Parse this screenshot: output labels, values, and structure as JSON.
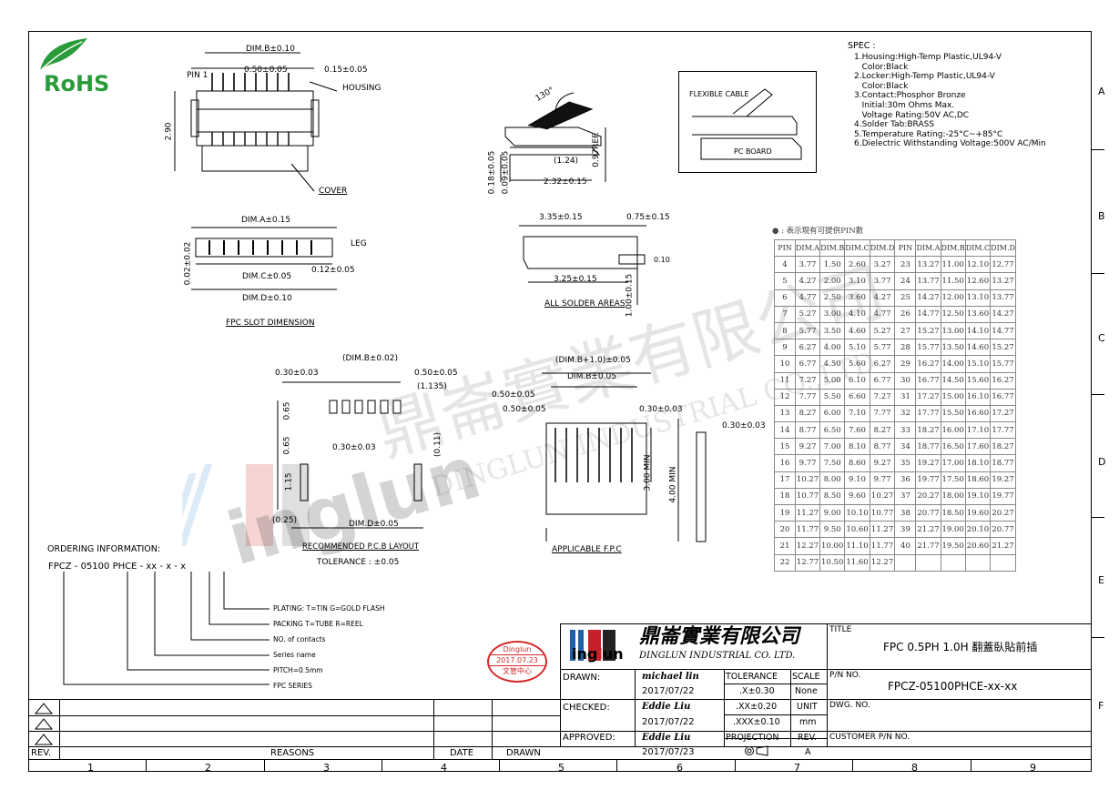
{
  "rohs": "RoHS",
  "spec": {
    "title": "SPEC :",
    "lines": [
      "1.Housing:High-Temp Plastic,UL94-V",
      "   Color:Black",
      "2.Locker:High-Temp Plastic,UL94-V",
      "   Color:Black",
      "3.Contact:Phosphor Bronze",
      "   Initial:30m Ohms Max.",
      "   Voltage Rating:50V AC,DC",
      "4.Solder Tab:BRASS",
      "5.Temperature Rating:-25°C~+85°C",
      "6.Dielectric Withstanding Voltage:500V AC/Min"
    ]
  },
  "top_view": {
    "dim_b": "DIM.B±0.10",
    "pin1": "PIN 1",
    "pitch": "0.50±0.05",
    "end": "0.15±0.05",
    "housing": "HOUSING",
    "height": "2.90",
    "cover": "COVER"
  },
  "side_view": {
    "angle": "130°",
    "d1": "0.18±0.05",
    "d2": "0.09±0.05",
    "d3": "(1.24)",
    "d4": "2.32±0.15",
    "d5": "0.97REF."
  },
  "cable_box": {
    "flexible": "FLEXIBLE CABLE",
    "board": "PC BOARD"
  },
  "slot": {
    "dim_a": "DIM.A±0.15",
    "leg": "LEG",
    "v": "0.02±0.02",
    "dim_c": "DIM.C±0.05",
    "small": "0.12±0.05",
    "dim_d": "DIM.D±0.10",
    "caption": "FPC SLOT DIMENSION"
  },
  "solder": {
    "a": "3.35±0.15",
    "b": "0.75±0.15",
    "flat": "0.10",
    "c": "3.25±0.15",
    "d": "1.00±0.15",
    "caption": "ALL SOLDER AREAS"
  },
  "pcb": {
    "dim": "(DIM.B±0.02)",
    "a": "0.30±0.03",
    "b": "0.50±0.05",
    "c": "(1.135)",
    "h1": "0.65",
    "h2": "0.65",
    "m": "0.30±0.03",
    "h3": "1.15",
    "r": "(0.11)",
    "p": "(0.25)",
    "dim_d": "DIM.D±0.05",
    "caption": "RECOMMENDED P.C.B LAYOUT",
    "tolerance": "TOLERANCE : ±0.05"
  },
  "fpc": {
    "top": "(DIM.B+1.0)±0.05",
    "dim_b": "DIM.B±0.05",
    "a": "0.50±0.05",
    "b": "0.50±0.05",
    "c": "0.30±0.03",
    "d": "0.30±0.03",
    "h1": "3.00 MIN",
    "h2": "4.00 MIN",
    "caption": "APPLICABLE F.P.C"
  },
  "ordering": {
    "title": "ORDERING INFORMATION:",
    "code": "FPCZ - 05100 PHCE - xx - x - x",
    "items": [
      "PLATING: T=TIN G=GOLD FLASH",
      "PACKING T=TUBE R=REEL",
      "NO. of contacts",
      "Series name",
      "PITCH=0.5mm",
      "FPC SERIES"
    ]
  },
  "pin_table": {
    "note": "● : 表示現有可提供PIN數",
    "headers": [
      "PIN",
      "DIM.A",
      "DIM.B",
      "DIM.C",
      "DIM.D"
    ],
    "left": [
      [
        "4",
        "3.77",
        "1.50",
        "2.60",
        "3.27"
      ],
      [
        "5",
        "4.27",
        "2.00",
        "3.10",
        "3.77"
      ],
      [
        "6",
        "4.77",
        "2.50",
        "3.60",
        "4.27"
      ],
      [
        "7",
        "5.27",
        "3.00",
        "4.10",
        "4.77"
      ],
      [
        "8",
        "5.77",
        "3.50",
        "4.60",
        "5.27"
      ],
      [
        "9",
        "6.27",
        "4.00",
        "5.10",
        "5.77"
      ],
      [
        "10",
        "6.77",
        "4.50",
        "5.60",
        "6.27"
      ],
      [
        "11",
        "7.27",
        "5.00",
        "6.10",
        "6.77"
      ],
      [
        "12",
        "7.77",
        "5.50",
        "6.60",
        "7.27"
      ],
      [
        "13",
        "8.27",
        "6.00",
        "7.10",
        "7.77"
      ],
      [
        "14",
        "8.77",
        "6.50",
        "7.60",
        "8.27"
      ],
      [
        "15",
        "9.27",
        "7.00",
        "8.10",
        "8.77"
      ],
      [
        "16",
        "9.77",
        "7.50",
        "8.60",
        "9.27"
      ],
      [
        "17",
        "10.27",
        "8.00",
        "9.10",
        "9.77"
      ],
      [
        "18",
        "10.77",
        "8.50",
        "9.60",
        "10.27"
      ],
      [
        "19",
        "11.27",
        "9.00",
        "10.10",
        "10.77"
      ],
      [
        "20",
        "11.77",
        "9.50",
        "10.60",
        "11.27"
      ],
      [
        "21",
        "12.27",
        "10.00",
        "11.10",
        "11.77"
      ],
      [
        "22",
        "12.77",
        "10.50",
        "11.60",
        "12.27"
      ]
    ],
    "right": [
      [
        "23",
        "13.27",
        "11.00",
        "12.10",
        "12.77"
      ],
      [
        "24",
        "13.77",
        "11.50",
        "12.60",
        "13.27"
      ],
      [
        "25",
        "14.27",
        "12.00",
        "13.10",
        "13.77"
      ],
      [
        "26",
        "14.77",
        "12.50",
        "13.60",
        "14.27"
      ],
      [
        "27",
        "15.27",
        "13.00",
        "14.10",
        "14.77"
      ],
      [
        "28",
        "15.77",
        "13.50",
        "14.60",
        "15.27"
      ],
      [
        "29",
        "16.27",
        "14.00",
        "15.10",
        "15.77"
      ],
      [
        "30",
        "16.77",
        "14.50",
        "15.60",
        "16.27"
      ],
      [
        "31",
        "17.27",
        "15.00",
        "16.10",
        "16.77"
      ],
      [
        "32",
        "17.77",
        "15.50",
        "16.60",
        "17.27"
      ],
      [
        "33",
        "18.27",
        "16.00",
        "17.10",
        "17.77"
      ],
      [
        "34",
        "18.77",
        "16.50",
        "17.60",
        "18.27"
      ],
      [
        "35",
        "19.27",
        "17.00",
        "18.10",
        "18.77"
      ],
      [
        "36",
        "19.77",
        "17.50",
        "18.60",
        "19.27"
      ],
      [
        "37",
        "20.27",
        "18.00",
        "19.10",
        "19.77"
      ],
      [
        "38",
        "20.77",
        "18.50",
        "19.60",
        "20.27"
      ],
      [
        "39",
        "21.27",
        "19.00",
        "20.10",
        "20.77"
      ],
      [
        "40",
        "21.77",
        "19.50",
        "20.60",
        "21.27"
      ]
    ]
  },
  "watermark": {
    "cn": "鼎崙實業有限公司",
    "en": "DINGLUN INDUSTRIAL CO.,LTD",
    "brand": "inglun"
  },
  "stamp": {
    "name": "Dinglun",
    "date": "2017.07.23",
    "dept": "文管中心"
  },
  "company": {
    "logo_text": "ing",
    "logo_text2": "un",
    "cn": "鼎崙實業有限公司",
    "en": "DINGLUN INDUSTRIAL CO. LTD."
  },
  "title_block": {
    "title_label": "TITLE",
    "title": "FPC 0.5PH 1.0H 翻蓋臥貼前插",
    "pn_label": "P/N NO.",
    "pn": "FPCZ-05100PHCE-xx-xx",
    "dwg_label": "DWG. NO.",
    "customer_label": "CUSTOMER P/N NO.",
    "drawn_label": "DRAWN:",
    "drawn_by": "michael lin",
    "drawn_date": "2017/07/22",
    "checked_label": "CHECKED:",
    "checked_by": "Eddie Liu",
    "checked_date": "2017/07/22",
    "approved_label": "APPROVED:",
    "approved_by": "Eddie Liu",
    "approved_date": "2017/07/23",
    "tolerance_label": "TOLERANCE",
    "tol1": ".X±0.30",
    "tol2": ".XX±0.20",
    "tol3": ".XXX±0.10",
    "projection_label": "PROJECTION",
    "scale_label": "SCALE",
    "scale": "None",
    "unit_label": "UNIT",
    "unit": "mm",
    "rev_label": "REV.",
    "rev": "A"
  },
  "revision": {
    "rev": "REV.",
    "reasons": "REASONS",
    "date": "DATE",
    "drawn": "DRAWN"
  },
  "grid": {
    "cols": [
      "1",
      "2",
      "3",
      "4",
      "5",
      "6",
      "7",
      "8",
      "9"
    ],
    "rows": [
      "A",
      "B",
      "C",
      "D",
      "E",
      "F"
    ]
  }
}
